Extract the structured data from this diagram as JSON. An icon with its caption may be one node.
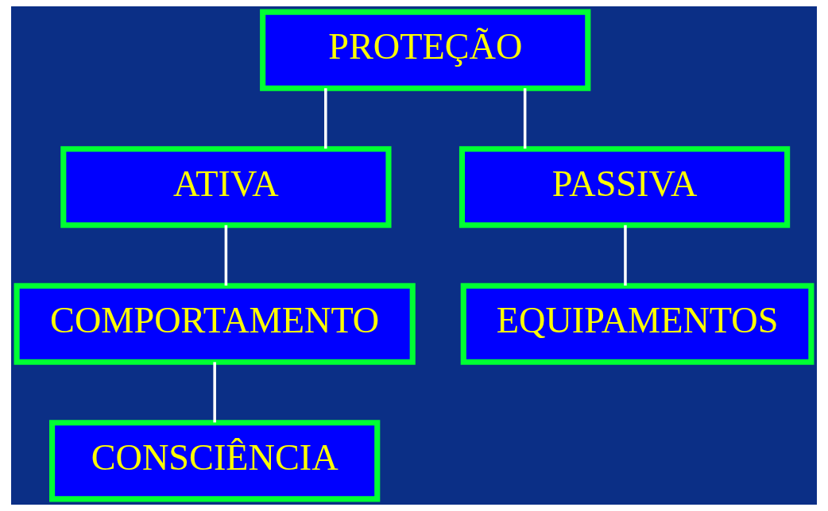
{
  "diagram": {
    "nodes": [
      {
        "text": [
          "PROTEÇÃO"
        ]
      },
      {
        "text": [
          "ATIVA"
        ]
      },
      {
        "text": [
          "PASSIVA"
        ]
      },
      {
        "text": [
          "COMPORTAMENTO"
        ]
      },
      {
        "text": [
          "EQUIPAMENTOS"
        ]
      },
      {
        "text": [
          "CONSCIÊNCIA"
        ]
      }
    ],
    "edges": [
      {
        "from": 0,
        "to": 1,
        "arrow": "none"
      },
      {
        "from": 0,
        "to": 2,
        "arrow": "none"
      },
      {
        "from": 1,
        "to": 3,
        "arrow": "none"
      },
      {
        "from": 2,
        "to": 4,
        "arrow": "none"
      },
      {
        "from": 3,
        "to": 5,
        "arrow": "none"
      }
    ]
  }
}
